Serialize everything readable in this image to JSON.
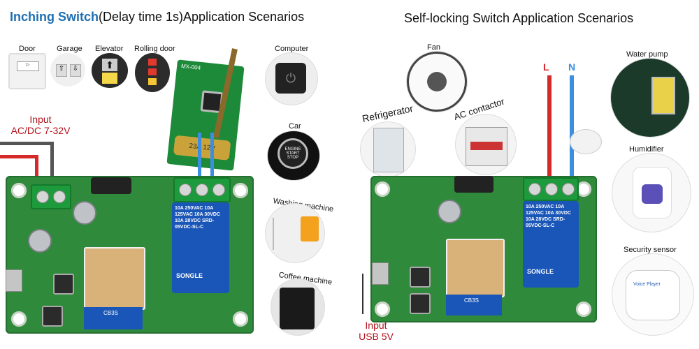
{
  "left": {
    "title_highlight": "Inching Switch",
    "title_rest": "(Delay time 1s)Application Scenarios",
    "input_line1": "Input",
    "input_line2": "AC/DC 7-32V",
    "labels": {
      "door": "Door",
      "garage": "Garage",
      "elevator": "Elevator",
      "rolling_door": "Rolling door",
      "computer": "Computer",
      "car": "Car",
      "washing_machine": "Washing machine",
      "coffee_machine": "Coffee machine"
    },
    "remote_text": "MX-004",
    "battery_text": "23A 12V",
    "car_button": "ENGINE START STOP",
    "relay_text": "10A 250VAC 10A 125VAC 10A 30VDC 10A 28VDC SRD-05VDC-SL-C",
    "relay_brand": "SONGLE",
    "module_text": "CB3S"
  },
  "right": {
    "title": "Self-locking Switch Application Scenarios",
    "wire_l": "L",
    "wire_n": "N",
    "input_line1": "Input",
    "input_line2": "USB 5V",
    "labels": {
      "fan": "Fan",
      "refrigerator": "Refrigerator",
      "ac_contactor": "AC contactor",
      "water_pump": "Water pump",
      "humidifier": "Humidifier",
      "security_sensor": "Security sensor"
    },
    "relay_text": "10A 250VAC 10A 125VAC 10A 30VDC 10A 28VDC SRD-05VDC-SL-C",
    "relay_brand": "SONGLE",
    "module_text": "CB3S",
    "voice_player": "Voice Player"
  },
  "colors": {
    "title_accent": "#1f6fb2",
    "input_red": "#b3121b",
    "pcb_green": "#2f8a3b",
    "relay_blue": "#1a56b8",
    "wire_red": "#d42a2a",
    "wire_blue": "#3b8ee0"
  }
}
